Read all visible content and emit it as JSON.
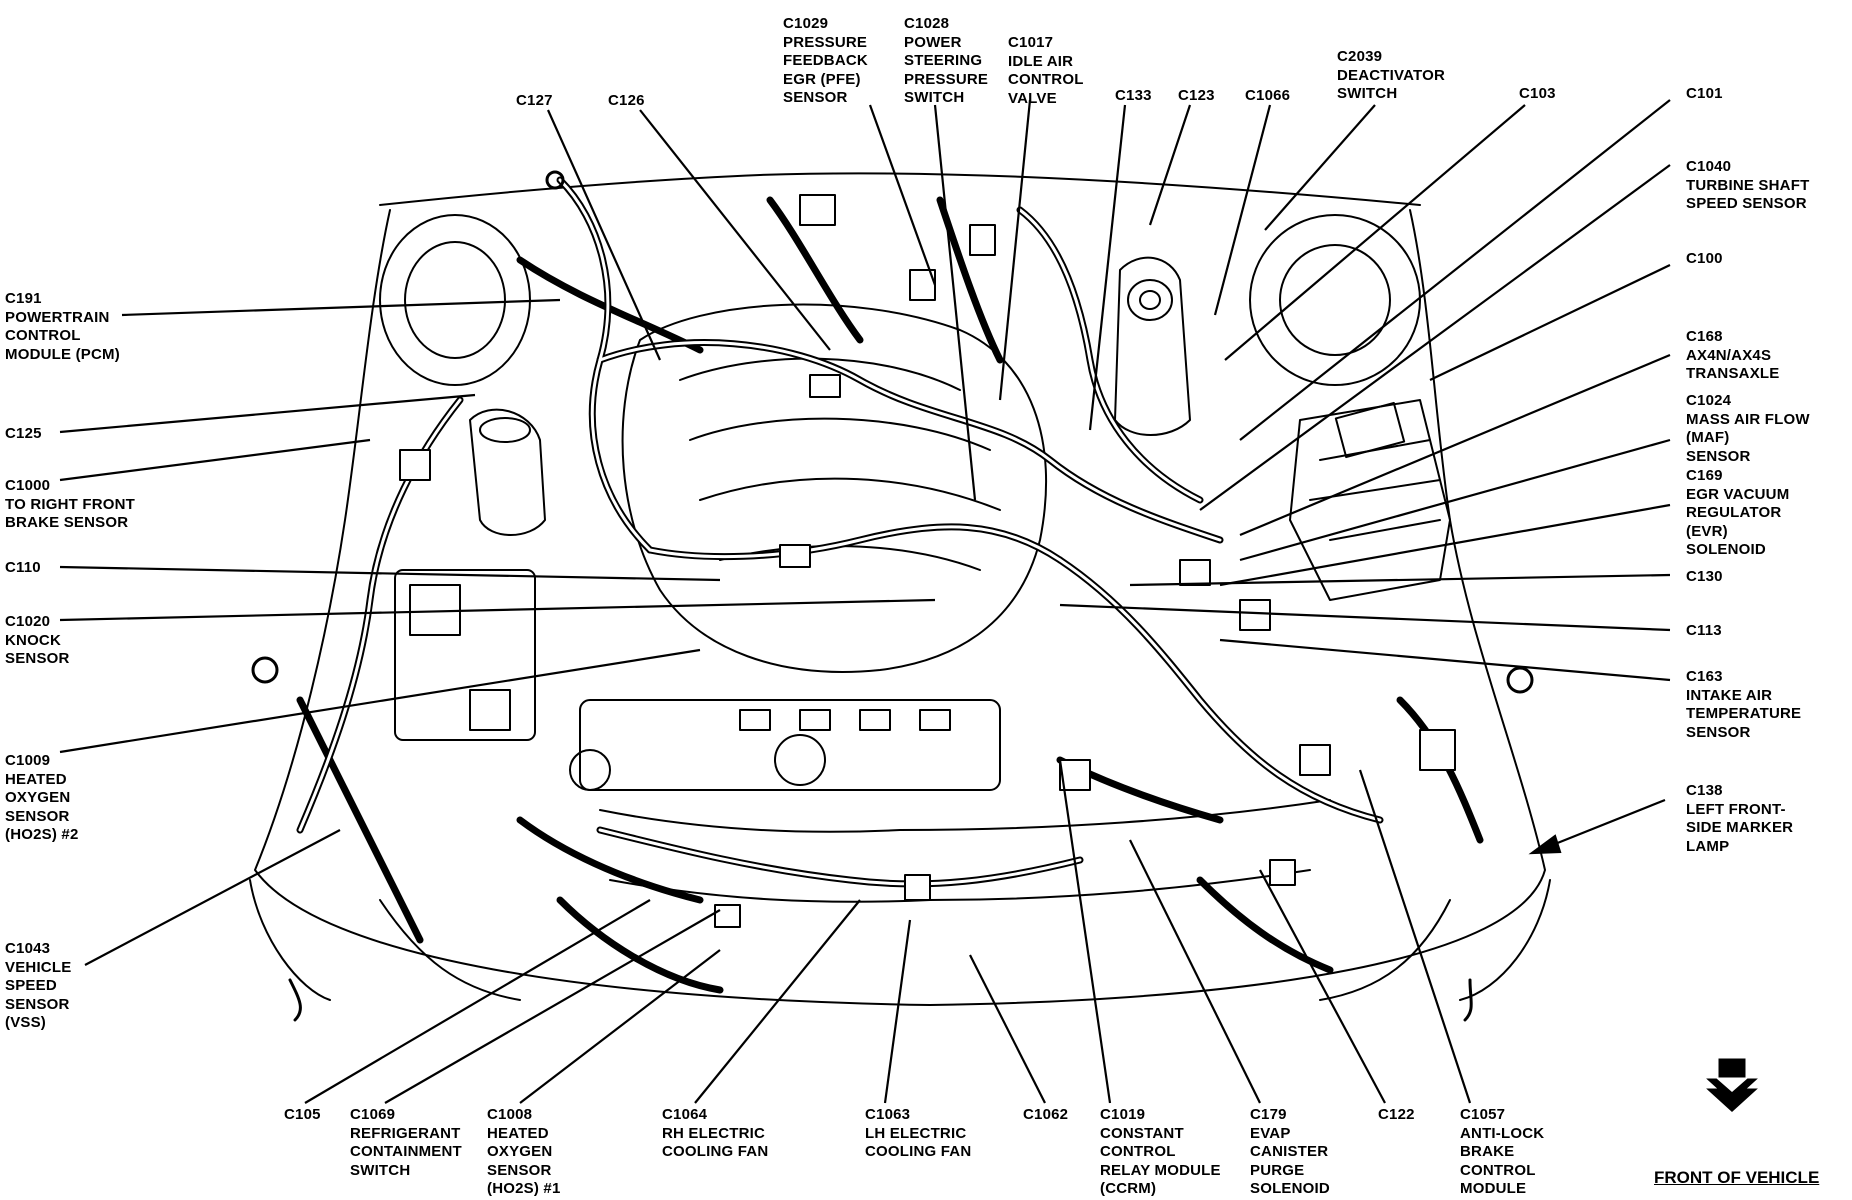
{
  "front_of_vehicle": "FRONT OF VEHICLE",
  "callouts": [
    {
      "id": "c1029",
      "lines": [
        "C1029",
        "PRESSURE",
        "FEEDBACK",
        "EGR (PFE)",
        "SENSOR"
      ]
    },
    {
      "id": "c1028",
      "lines": [
        "C1028",
        "POWER",
        "STEERING",
        "PRESSURE",
        "SWITCH"
      ]
    },
    {
      "id": "c1017",
      "lines": [
        "C1017",
        "IDLE AIR",
        "CONTROL",
        "VALVE"
      ]
    },
    {
      "id": "c2039",
      "lines": [
        "C2039",
        "DEACTIVATOR",
        "SWITCH"
      ]
    },
    {
      "id": "c127",
      "lines": [
        "C127"
      ]
    },
    {
      "id": "c126",
      "lines": [
        "C126"
      ]
    },
    {
      "id": "c133",
      "lines": [
        "C133"
      ]
    },
    {
      "id": "c123",
      "lines": [
        "C123"
      ]
    },
    {
      "id": "c1066",
      "lines": [
        "C1066"
      ]
    },
    {
      "id": "c103",
      "lines": [
        "C103"
      ]
    },
    {
      "id": "c101",
      "lines": [
        "C101"
      ]
    },
    {
      "id": "c1040",
      "lines": [
        "C1040",
        "TURBINE SHAFT",
        "SPEED SENSOR"
      ]
    },
    {
      "id": "c100",
      "lines": [
        "C100"
      ]
    },
    {
      "id": "c168",
      "lines": [
        "C168",
        "AX4N/AX4S",
        "TRANSAXLE"
      ]
    },
    {
      "id": "c1024",
      "lines": [
        "C1024",
        "MASS AIR FLOW",
        "(MAF)",
        "SENSOR"
      ]
    },
    {
      "id": "c169",
      "lines": [
        "C169",
        "EGR VACUUM",
        "REGULATOR",
        "(EVR)",
        "SOLENOID"
      ]
    },
    {
      "id": "c130",
      "lines": [
        "C130"
      ]
    },
    {
      "id": "c113",
      "lines": [
        "C113"
      ]
    },
    {
      "id": "c163",
      "lines": [
        "C163",
        "INTAKE AIR",
        "TEMPERATURE",
        "SENSOR"
      ]
    },
    {
      "id": "c138",
      "lines": [
        "C138",
        "LEFT FRONT-",
        "SIDE MARKER",
        "LAMP"
      ]
    },
    {
      "id": "c191",
      "lines": [
        "C191",
        "POWERTRAIN",
        "CONTROL",
        "MODULE (PCM)"
      ]
    },
    {
      "id": "c125",
      "lines": [
        "C125"
      ]
    },
    {
      "id": "c1000",
      "lines": [
        "C1000",
        "TO RIGHT FRONT",
        "BRAKE SENSOR"
      ]
    },
    {
      "id": "c110",
      "lines": [
        "C110"
      ]
    },
    {
      "id": "c1020",
      "lines": [
        "C1020",
        "KNOCK",
        "SENSOR"
      ]
    },
    {
      "id": "c1009",
      "lines": [
        "C1009",
        "HEATED",
        "OXYGEN",
        "SENSOR",
        "(HO2S) #2"
      ]
    },
    {
      "id": "c1043",
      "lines": [
        "C1043",
        "VEHICLE",
        "SPEED",
        "SENSOR",
        "(VSS)"
      ]
    },
    {
      "id": "c105",
      "lines": [
        "C105"
      ]
    },
    {
      "id": "c1069",
      "lines": [
        "C1069",
        "REFRIGERANT",
        "CONTAINMENT",
        "SWITCH"
      ]
    },
    {
      "id": "c1008",
      "lines": [
        "C1008",
        "HEATED",
        "OXYGEN",
        "SENSOR",
        "(HO2S) #1"
      ]
    },
    {
      "id": "c1064",
      "lines": [
        "C1064",
        "RH ELECTRIC",
        "COOLING FAN"
      ]
    },
    {
      "id": "c1063",
      "lines": [
        "C1063",
        "LH ELECTRIC",
        "COOLING FAN"
      ]
    },
    {
      "id": "c1062",
      "lines": [
        "C1062"
      ]
    },
    {
      "id": "c1019",
      "lines": [
        "C1019",
        "CONSTANT",
        "CONTROL",
        "RELAY MODULE",
        "(CCRM)"
      ]
    },
    {
      "id": "c179",
      "lines": [
        "C179",
        "EVAP",
        "CANISTER",
        "PURGE",
        "SOLENOID"
      ]
    },
    {
      "id": "c122",
      "lines": [
        "C122"
      ]
    },
    {
      "id": "c1057",
      "lines": [
        "C1057",
        "ANTI-LOCK",
        "BRAKE",
        "CONTROL",
        "MODULE"
      ]
    }
  ]
}
